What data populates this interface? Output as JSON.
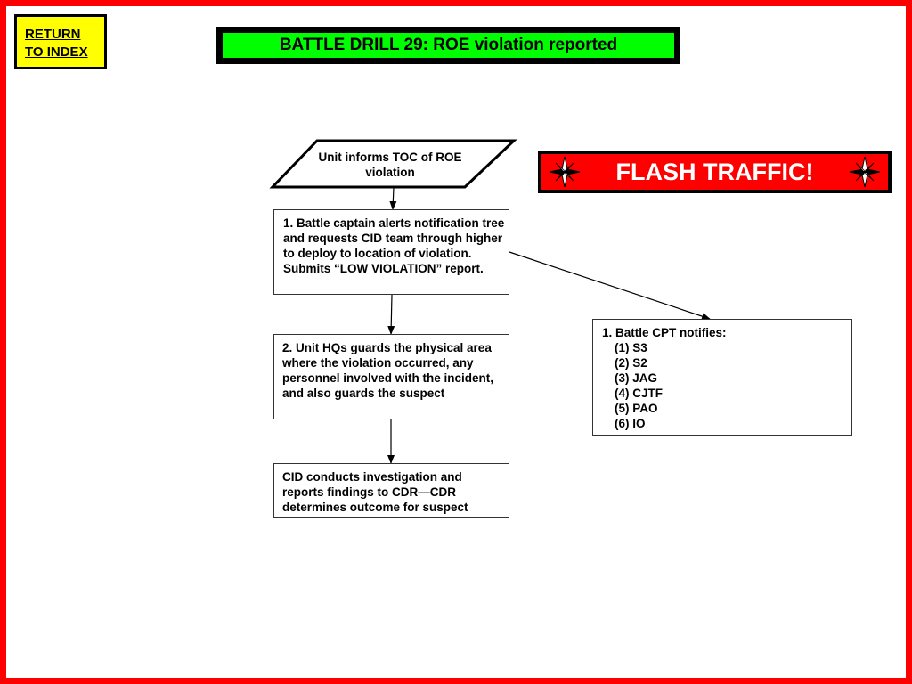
{
  "nav": {
    "return_line1": "RETURN",
    "return_line2": "TO INDEX"
  },
  "header": {
    "title": "BATTLE DRILL 29:  ROE violation reported"
  },
  "alert": {
    "label": "FLASH TRAFFIC!"
  },
  "flow": {
    "start": "Unit informs TOC of ROE violation",
    "step1": "1. Battle captain alerts notification tree and requests CID team through higher to deploy to location of violation. Submits “LOW VIOLATION” report.",
    "step2": "2. Unit HQs guards the physical area where the violation occurred, any personnel involved with the incident, and also guards the suspect",
    "step3": "CID conducts investigation and reports findings to CDR—CDR determines outcome for suspect",
    "notify": {
      "heading": "1. Battle CPT notifies:",
      "items": [
        "(1) S3",
        "(2) S2",
        "(3) JAG",
        "(4) CJTF",
        "(5) PAO",
        "(6) IO"
      ]
    }
  },
  "colors": {
    "frame": "#ff0000",
    "return_button": "#ffff00",
    "title_bar": "#00ff00",
    "flash_bg": "#ff0000"
  }
}
